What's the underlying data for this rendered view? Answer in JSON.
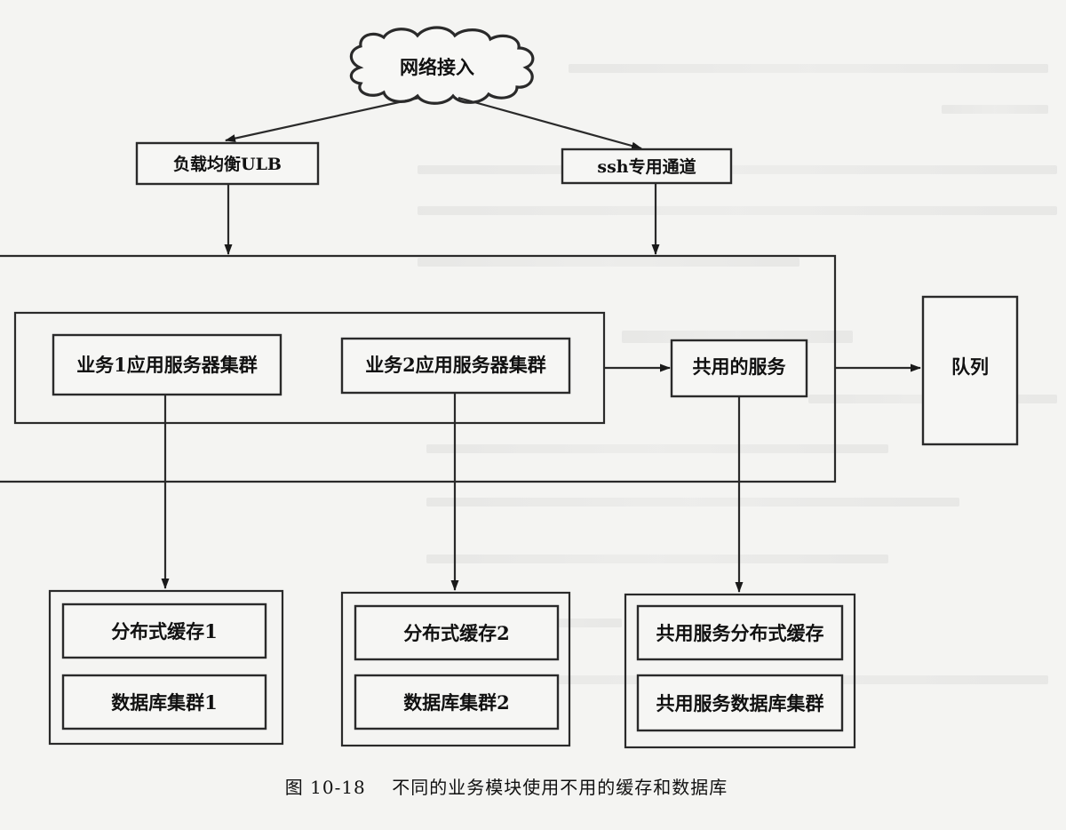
{
  "diagram": {
    "cloud_label": "网络接入",
    "lb_label": "负载均衡ULB",
    "ssh_label": "ssh专用通道",
    "app1_label": "业务1应用服务器集群",
    "app2_label": "业务2应用服务器集群",
    "shared_service_label": "共用的服务",
    "queue_label": "队列",
    "cache1_label": "分布式缓存1",
    "db1_label": "数据库集群1",
    "cache2_label": "分布式缓存2",
    "db2_label": "数据库集群2",
    "shared_cache_label": "共用服务分布式缓存",
    "shared_db_label": "共用服务数据库集群"
  },
  "caption": {
    "number": "图 10-18",
    "text": "不同的业务模块使用不用的缓存和数据库"
  }
}
